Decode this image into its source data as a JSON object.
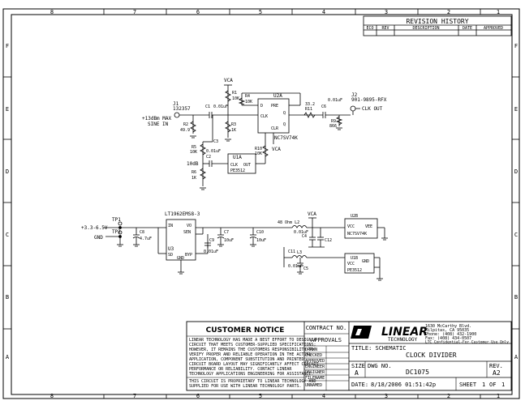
{
  "frame": {
    "col_labels_top": [
      "8",
      "7",
      "6",
      "5",
      "4",
      "3",
      "2",
      "1"
    ],
    "row_labels": [
      "F",
      "E",
      "D",
      "C",
      "B",
      "A"
    ]
  },
  "revision_history": {
    "title": "REVISION HISTORY",
    "columns": [
      "ECO",
      "REV",
      "DESCRIPTION",
      "DATE",
      "APPROVED"
    ]
  },
  "schematic": {
    "input_section": {
      "vcc_top": "VCA",
      "j1_ref": "J1",
      "j1_part": "132357",
      "input_label_1": "+13dBm MAX",
      "input_label_2": "SINE IN",
      "c1": "C1",
      "c1_val": "0.01uF",
      "r1": "R1",
      "r1_val": "10K",
      "r2": "R2",
      "r2_val": "49.9",
      "r3": "R3",
      "r3_val": "1K",
      "r4": "R4",
      "r4_val": "10K",
      "r5": "R5",
      "r5_val": "10K",
      "r6": "R6",
      "r6_val": "1K",
      "c2": "C2",
      "c2_val": "0.01uF",
      "c3": "C3",
      "atten_label": "10dB",
      "u2a_ref": "U2A",
      "u2a_part": "NC7SV74K",
      "u2a_pre": "PRE",
      "u2a_d": "D",
      "u2a_q": "Q",
      "u2a_clk": "CLK",
      "u2a_clr": "CLR",
      "u2a_qbar": "Q",
      "u1a_ref": "U1A",
      "u1a_clk": "CLK",
      "u1a_out": "OUT",
      "u1a_part": "PE3512",
      "r11": "R11",
      "r11_val": "33.2",
      "r9": "R9",
      "r9_val": "866",
      "c6": "C6",
      "c6_val": "0.01uF",
      "j2_ref": "J2",
      "j2_part": "901-9895-RFX",
      "j2_label": "CLK OUT",
      "vca_bottom": "VCA",
      "r10": "R10",
      "r10_val": "10K"
    },
    "power_section": {
      "regulator": "LT1962EMS8-3",
      "tp1": "TP1",
      "tp2": "TP2",
      "vin_label": "+3.3-6.5V",
      "gnd_label": "GND",
      "c8": "C8",
      "c8_val": "4.7uF",
      "u3": "U3",
      "pin_in": "IN",
      "pin_out": "VO",
      "pin_sen": "SEN",
      "pin_sd": "SD",
      "pin_byp": "BYP",
      "pin_gnd": "GND",
      "c9": "C9",
      "c9_val": "0.01uF",
      "c7": "C7",
      "c7_val": "10uF",
      "c10": "C10",
      "c10_val": "10uF",
      "ferrite": "48 Ohm L2",
      "vca": "VCA",
      "c4": "C4",
      "c4_val": "0.01uF",
      "c12": "C12",
      "c11": "C11",
      "c11_val": "0.01uF",
      "c5": "C5",
      "l3": "L3",
      "u2b_ref": "U2B",
      "u2b_vcc": "VCC",
      "u2b_vee": "VEE",
      "u2b_part": "NC7SV74K",
      "u1b_ref": "U1B",
      "u1b_vcc": "VCC",
      "u1b_gnd": "GND",
      "u1b_part": "PE3512"
    }
  },
  "title_block": {
    "customer_notice_title": "CUSTOMER NOTICE",
    "notice_lines": [
      "LINEAR TECHNOLOGY HAS MADE A BEST EFFORT TO DESIGN A",
      "CIRCUIT THAT MEETS CUSTOMER-SUPPLIED SPECIFICATIONS;",
      "HOWEVER, IT REMAINS THE CUSTOMERS RESPONSIBILITY TO",
      "VERIFY PROPER AND RELIABLE OPERATION IN THE ACTUAL",
      "APPLICATION, COMPONENT SUBSTITUTION AND PRINTED",
      "CIRCUIT BOARD LAYOUT MAY SIGNIFICANTLY AFFECT CIRCUIT",
      "PERFORMANCE OR RELIABILITY. CONTACT LINEAR",
      "TECHNOLOGY APPLICATIONS ENGINEERING FOR ASSISTANCE."
    ],
    "proprietary_lines": [
      "THIS CIRCUIT IS PROPRIETARY TO LINEAR TECHNOLOGY AND",
      "SUPPLIED FOR USE WITH LINEAR TECHNOLOGY PARTS."
    ],
    "contract_no": "CONTRACT NO.",
    "approvals": "APPROVALS",
    "approval_rows": [
      "DRAWN",
      "CHECKED",
      "APPROVED",
      "ENGINEER",
      "DESIGNER"
    ],
    "filename_label": "FILENAME",
    "filename": "UNNAMED",
    "logo_text": "LINEAR",
    "logo_sub": "TECHNOLOGY",
    "address_lines": [
      "1630 McCarthy Blvd.",
      "Milpitas, CA 95035",
      "Phone: (408) 432-1900",
      "Fax: (408) 434-0507",
      "LTC Confidential-For Customer Use Only"
    ],
    "title_label": "TITLE: SCHEMATIC",
    "title_value": "CLOCK DIVIDER",
    "size_label": "SIZE",
    "size_value": "A",
    "dwg_label": "DWG NO.",
    "dwg_value": "DC1075",
    "rev_label": "REV.",
    "rev_value": "A2",
    "date_label": "DATE:",
    "date_value": "8/18/2006 01:51:42p",
    "sheet_label": "SHEET",
    "sheet_value": "1",
    "of_label": "OF",
    "sheet_total": "1"
  }
}
